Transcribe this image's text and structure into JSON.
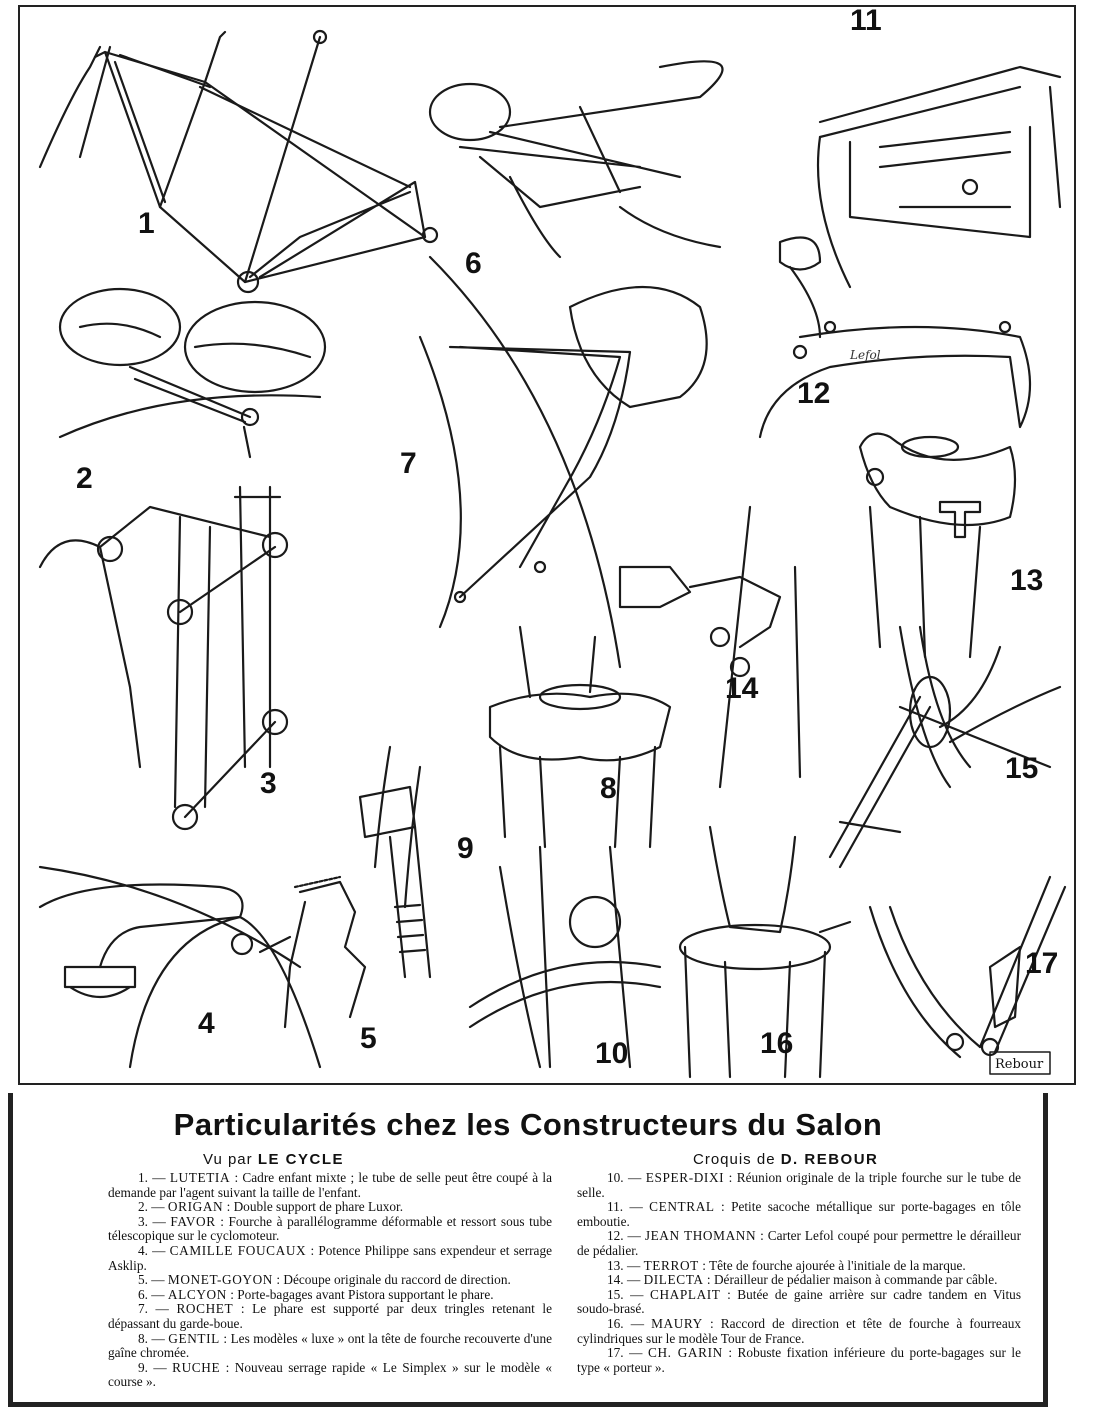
{
  "illustrations": {
    "numbers": [
      "1",
      "2",
      "3",
      "4",
      "5",
      "6",
      "7",
      "8",
      "9",
      "10",
      "11",
      "12",
      "13",
      "14",
      "15",
      "16",
      "17"
    ],
    "fender_mark": "Lefol",
    "signature": "Rebour"
  },
  "caption": {
    "title": "Particularités chez les Constructeurs du Salon",
    "left_sub_prefix": "Vu par",
    "left_sub_bold": "LE CYCLE",
    "right_sub_prefix": "Croquis de",
    "right_sub_bold": "D. REBOUR",
    "left_entries": [
      {
        "num": "1. —",
        "brand": "LUTETIA",
        "desc": ": Cadre enfant mixte ; le tube de selle peut être coupé à la demande par l'agent suivant la taille de l'enfant."
      },
      {
        "num": "2. —",
        "brand": "ORIGAN",
        "desc": ": Double support de phare Luxor."
      },
      {
        "num": "3. —",
        "brand": "FAVOR",
        "desc": ": Fourche à parallélogramme déformable et ressort sous tube télescopique sur le cyclomoteur."
      },
      {
        "num": "4. —",
        "brand": "CAMILLE FOUCAUX",
        "desc": ": Potence Philippe sans expendeur et serrage Asklip."
      },
      {
        "num": "5. —",
        "brand": "MONET-GOYON",
        "desc": ": Découpe originale du raccord de direction."
      },
      {
        "num": "6. —",
        "brand": "ALCYON",
        "desc": ": Porte-bagages avant Pistora supportant le phare."
      },
      {
        "num": "7. —",
        "brand": "ROCHET",
        "desc": ": Le phare est supporté par deux tringles retenant le dépassant du garde-boue."
      },
      {
        "num": "8. —",
        "brand": "GENTIL",
        "desc": ": Les modèles « luxe » ont la tête de fourche recouverte d'une gaîne chromée."
      },
      {
        "num": "9. —",
        "brand": "RUCHE",
        "desc": ": Nouveau serrage rapide « Le Simplex » sur le modèle « course »."
      }
    ],
    "right_entries": [
      {
        "num": "10. —",
        "brand": "ESPER-DIXI",
        "desc": ": Réunion originale de la triple fourche sur le tube de selle."
      },
      {
        "num": "11. —",
        "brand": "CENTRAL",
        "desc": ": Petite sacoche métallique sur porte-bagages en tôle emboutie."
      },
      {
        "num": "12. —",
        "brand": "JEAN THOMANN",
        "desc": ": Carter Lefol coupé pour permettre le dérailleur de pédalier."
      },
      {
        "num": "13. —",
        "brand": "TERROT",
        "desc": ": Tête de fourche ajourée à l'initiale de la marque."
      },
      {
        "num": "14. —",
        "brand": "DILECTA",
        "desc": ": Dérailleur de pédalier maison à commande par câble."
      },
      {
        "num": "15. —",
        "brand": "CHAPLAIT",
        "desc": ": Butée de gaine arrière sur cadre tandem en Vitus soudo-brasé."
      },
      {
        "num": "16. —",
        "brand": "MAURY",
        "desc": ": Raccord de direction et tête de fourche à fourreaux cylindriques sur le modèle Tour de France."
      },
      {
        "num": "17. —",
        "brand": "CH. GARIN",
        "desc": ": Robuste fixation inférieure du porte-bagages sur le type « porteur »."
      }
    ]
  }
}
